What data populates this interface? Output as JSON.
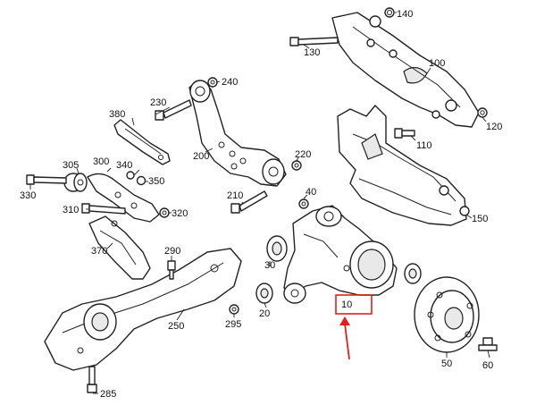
{
  "labels": {
    "l140": "140",
    "l130": "130",
    "l100": "100",
    "l120": "120",
    "l110": "110",
    "l150": "150",
    "l240": "240",
    "l230": "230",
    "l380": "380",
    "l200": "200",
    "l220": "220",
    "l305": "305",
    "l300": "300",
    "l340": "340",
    "l350": "350",
    "l330": "330",
    "l310": "310",
    "l320": "320",
    "l210": "210",
    "l40": "40",
    "l370": "370",
    "l290": "290",
    "l30": "30",
    "l20": "20",
    "l10": "10",
    "l250": "250",
    "l295": "295",
    "l285": "285",
    "l50": "50",
    "l60": "60"
  },
  "highlight": {
    "color": "#e0201b"
  }
}
